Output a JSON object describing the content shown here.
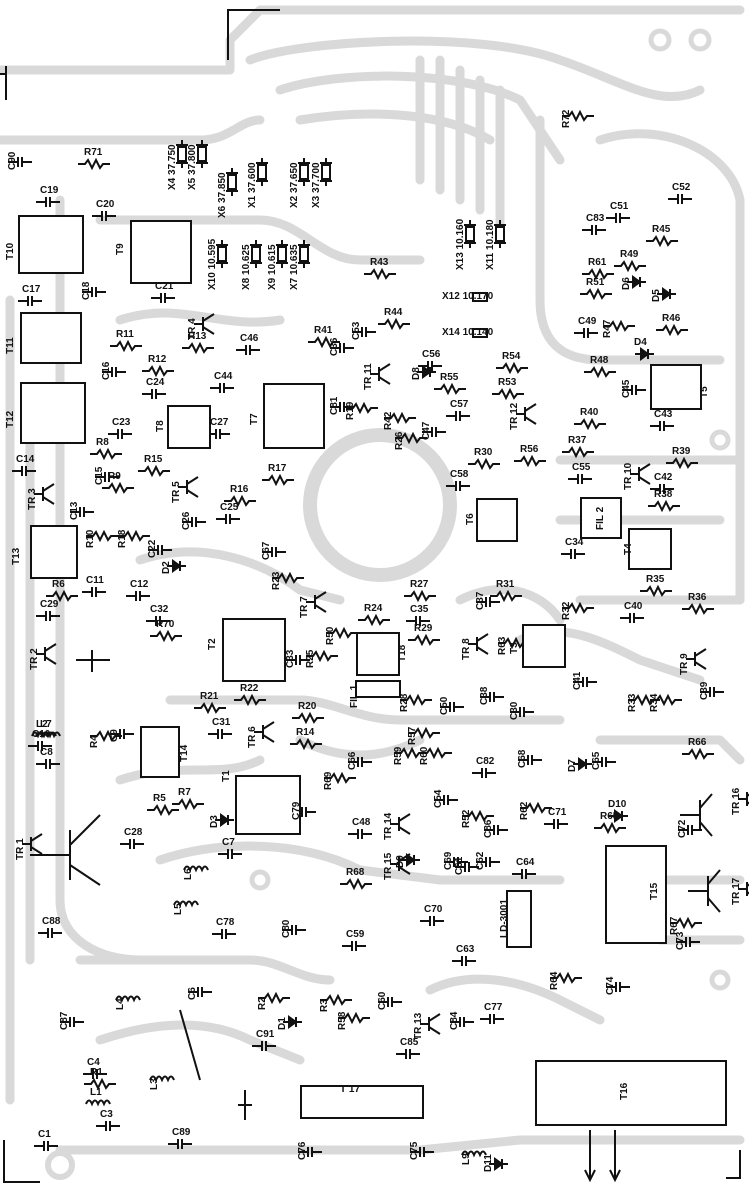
{
  "colors": {
    "trace": "#d9d9d9",
    "ink": "#111111",
    "paper": "#ffffff"
  },
  "capacitors": [
    "C1",
    "C3",
    "C4",
    "C6",
    "C7",
    "C8",
    "C9",
    "C10",
    "C11",
    "C12",
    "C13",
    "C14",
    "C15",
    "C16",
    "C17",
    "C18",
    "C19",
    "C20",
    "C21",
    "C22",
    "C23",
    "C24",
    "C25",
    "C26",
    "C27",
    "C28",
    "C29",
    "C30",
    "C31",
    "C32",
    "C33",
    "C34",
    "C35",
    "C36",
    "C37",
    "C38",
    "C39",
    "C40",
    "C41",
    "C42",
    "C43",
    "C44",
    "C45",
    "C46",
    "C47",
    "C48",
    "C49",
    "C50",
    "C51",
    "C52",
    "C53",
    "C54",
    "C55",
    "C56",
    "C57",
    "C58",
    "C59",
    "C60",
    "C61",
    "C62",
    "C63",
    "C64",
    "C65",
    "C66",
    "C67",
    "C68",
    "C69",
    "C70",
    "C71",
    "C72",
    "C73",
    "C74",
    "C75",
    "C76",
    "C77",
    "C78",
    "C79",
    "C80",
    "C81",
    "C82",
    "C83",
    "C84",
    "C85",
    "C86",
    "C87",
    "C88",
    "C89",
    "C90",
    "C91"
  ],
  "resistors": [
    "R1",
    "R2",
    "R3",
    "R4",
    "R5",
    "R6",
    "R7",
    "R8",
    "R9",
    "R10",
    "R11",
    "R12",
    "R13",
    "R14",
    "R15",
    "R16",
    "R17",
    "R18",
    "R19",
    "R20",
    "R21",
    "R22",
    "R23",
    "R24",
    "R25",
    "R26",
    "R27",
    "R28",
    "R29",
    "R30",
    "R31",
    "R32",
    "R33",
    "R34",
    "R35",
    "R36",
    "R37",
    "R38",
    "R39",
    "R40",
    "R41",
    "R42",
    "R43",
    "R44",
    "R45",
    "R46",
    "R47",
    "R48",
    "R49",
    "R50",
    "R51",
    "R52",
    "R53",
    "R54",
    "R55",
    "R56",
    "R57",
    "R58",
    "R59",
    "R60",
    "R61",
    "R62",
    "R63",
    "R64",
    "R65",
    "R66",
    "R67",
    "R68",
    "R69",
    "R70",
    "R71",
    "R72"
  ],
  "transistors": [
    "TR 1",
    "TR 2",
    "TR 3",
    "TR 4",
    "TR 5",
    "TR 6",
    "TR 7",
    "TR 8",
    "TR 9",
    "TR 10",
    "TR 11",
    "TR 12",
    "TR 13",
    "TR 14",
    "TR 15",
    "TR 16",
    "TR 17"
  ],
  "transformers": [
    "T1",
    "T2",
    "T3",
    "T4",
    "T5",
    "T6",
    "T7",
    "T8",
    "T9",
    "T10",
    "T11",
    "T12",
    "T13",
    "T14",
    "T15",
    "T16",
    "T 17",
    "T18"
  ],
  "inductors": [
    "L1",
    "L2",
    "L3",
    "L4",
    "L5",
    "L6",
    "L7",
    "L9"
  ],
  "diodes": [
    "D1",
    "D2",
    "D3",
    "D4",
    "D5",
    "D6",
    "D7",
    "D8",
    "D9",
    "D10",
    "D11"
  ],
  "filters": [
    "FIL 1",
    "FIL 2"
  ],
  "ic": "LD-3001",
  "crystals": [
    "X4 37.750",
    "X5 37.800",
    "X6 37.850",
    "X1 37.600",
    "X2 37.650",
    "X3 37.700",
    "X10 10.595",
    "X8 10.625",
    "X9 10.615",
    "X7 10.635",
    "X13 10.160",
    "X11 10.180",
    "X12 10.170",
    "X14 10.140"
  ]
}
